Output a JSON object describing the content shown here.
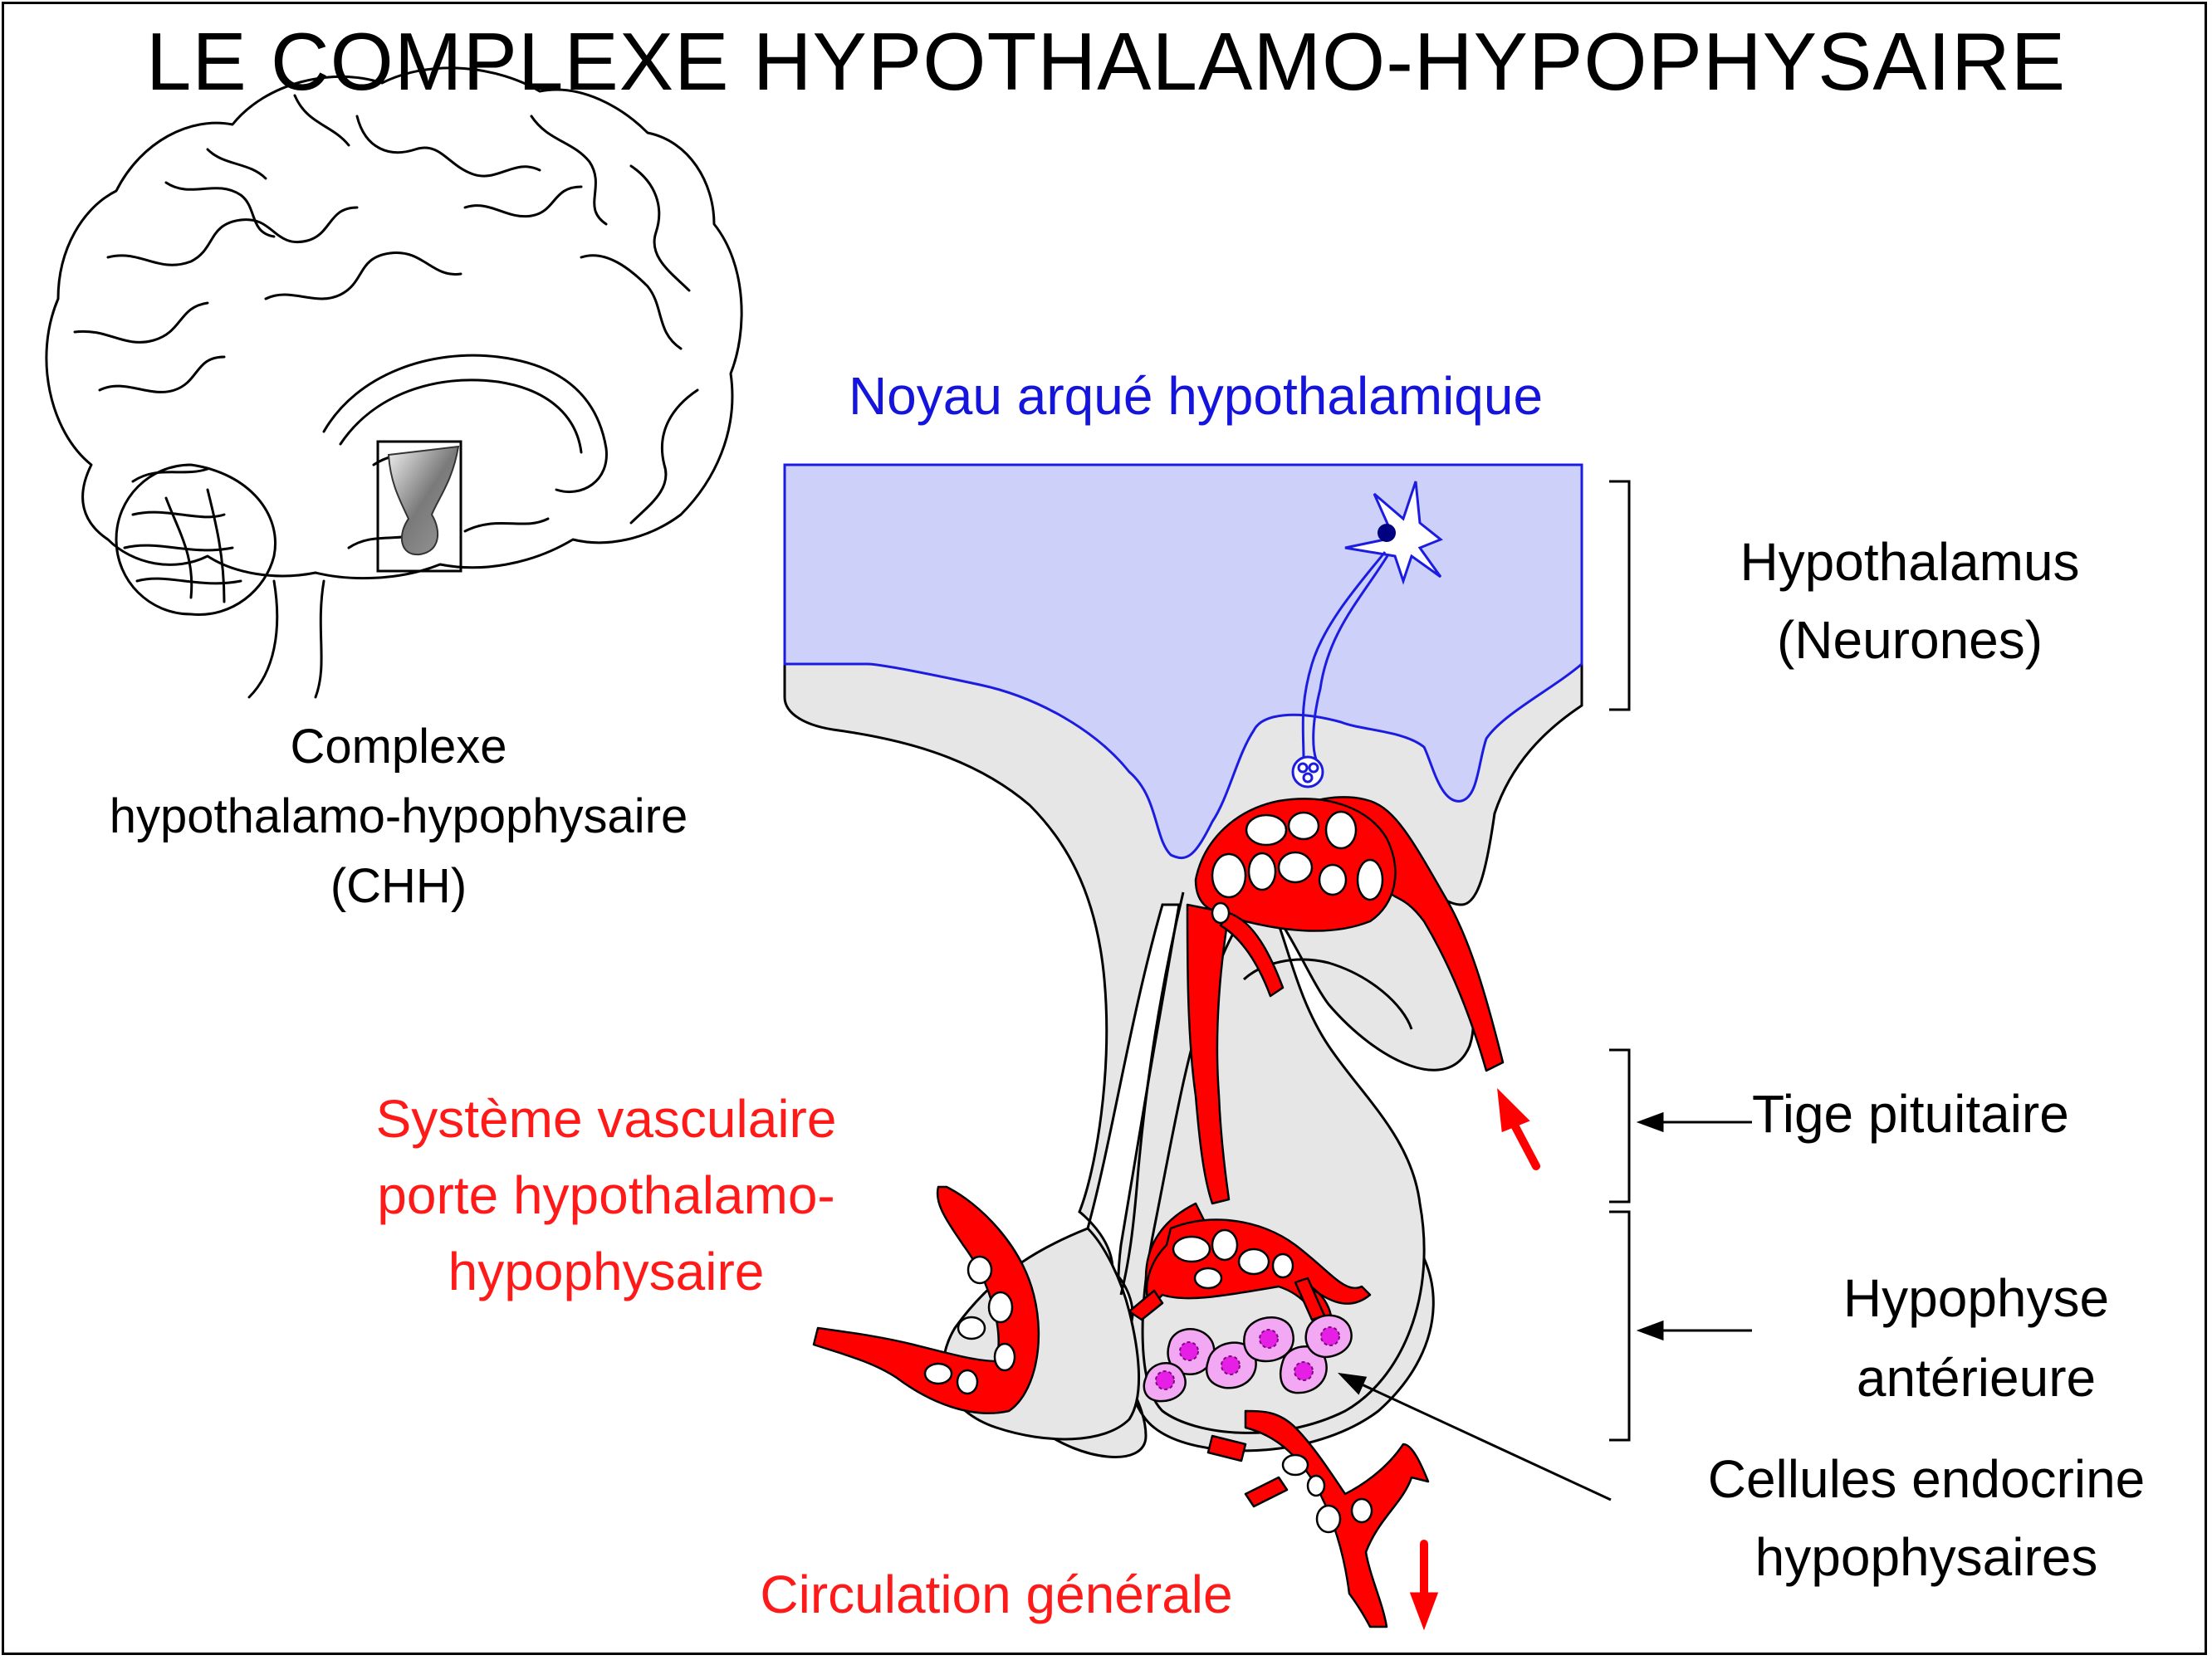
{
  "title": "LE COMPLEXE HYPOTHALAMO-HYPOPHYSAIRE",
  "brain_caption": [
    "Complexe",
    "hypothalamo-hypophysaire",
    "(CHH)"
  ],
  "arcuate_label": "Noyau arqué hypothalamique",
  "hypothalamus_label": [
    "Hypothalamus",
    "(Neurones)"
  ],
  "stalk_label": "Tige pituitaire",
  "anterior_label": [
    "Hypophyse",
    "antérieure"
  ],
  "cells_label": [
    "Cellules endocrine",
    "hypophysaires"
  ],
  "portal_label": [
    "Système vasculaire",
    "porte hypothalamo-",
    "hypophysaire"
  ],
  "circulation_label": "Circulation générale",
  "colors": {
    "vessel": "#ff0000",
    "hypothalamus_fill": "#cdd0f8",
    "neuron": "#1c1ce0",
    "tissue": "#e6e6e6",
    "cell": "#f2a8f2",
    "nucleus": "#e61ee6",
    "blue_text": "#1414dc",
    "red_text": "#ff1a1a"
  }
}
